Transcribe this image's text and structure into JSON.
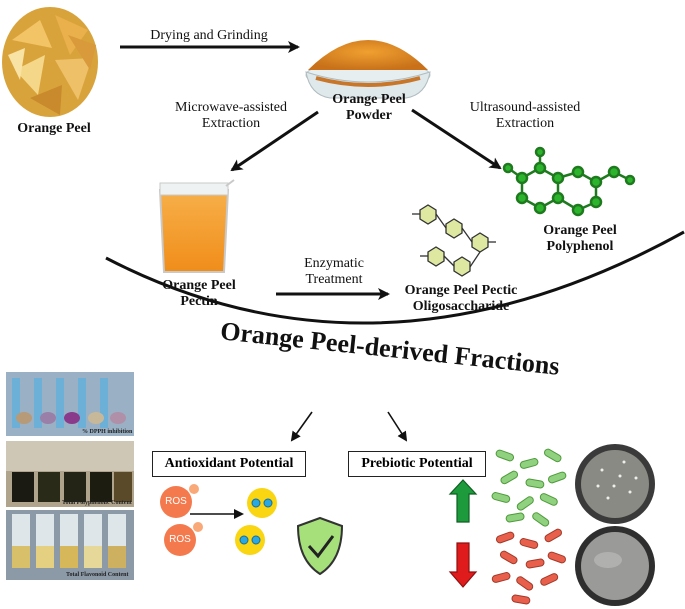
{
  "nodes": {
    "orange_peel": "Orange Peel",
    "powder_line1": "Orange Peel",
    "powder_line2": "Powder",
    "pectin_line1": "Orange Peel",
    "pectin_line2": "Pectin",
    "polyphenol_line1": "Orange Peel",
    "polyphenol_line2": "Polyphenol",
    "pos_line1": "Orange Peel Pectic",
    "pos_line2": "Oligosaccharide"
  },
  "processes": {
    "drying": "Drying and Grinding",
    "microwave_line1": "Microwave-assisted",
    "microwave_line2": "Extraction",
    "ultrasound_line1": "Ultrasound-assisted",
    "ultrasound_line2": "Extraction",
    "enzymatic_line1": "Enzymatic",
    "enzymatic_line2": "Treatment"
  },
  "main_title": "Orange Peel-derived Fractions",
  "boxes": {
    "antioxidant": "Antioxidant Potential",
    "prebiotic": "Prebiotic Potential"
  },
  "ros_label": "ROS",
  "photo_captions": {
    "dpph": "% DPPH inhibition",
    "polyphenolic": "Total Polyphenolic Content",
    "flavonoid": "Total Flavonoid Content"
  },
  "colors": {
    "ros": "#f47a4e",
    "radical": "#f9d512",
    "electron": "#2aa8e0",
    "shield": "#a6e07a",
    "arrow_up": "#1d9a3c",
    "arrow_down": "#e01b1b",
    "bacteria_good": "#8fd17e",
    "bacteria_bad": "#e8604c",
    "molecule": "#2db42d"
  }
}
